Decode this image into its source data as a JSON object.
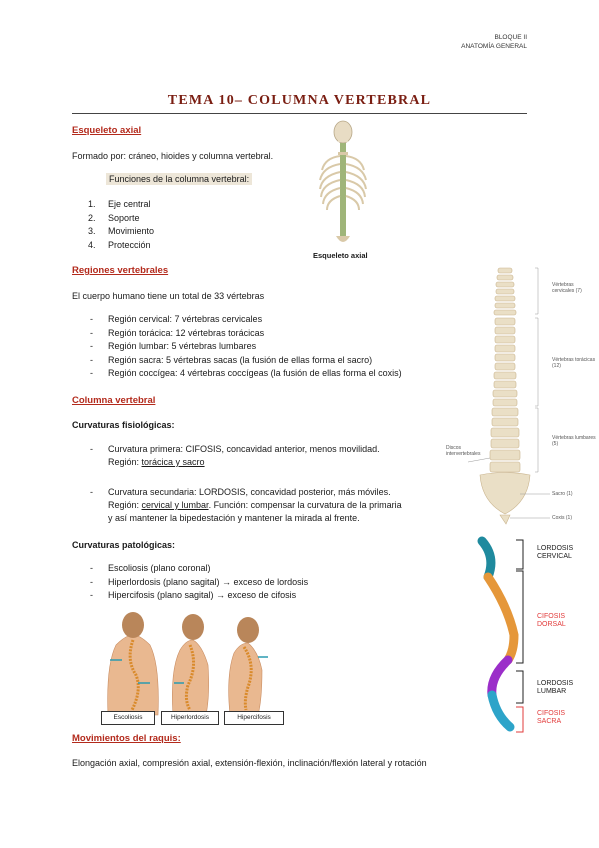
{
  "header": {
    "line1": "BLOQUE II",
    "line2": "ANATOMÍA GENERAL"
  },
  "title": "TEMA 10– COLUMNA VERTEBRAL",
  "axial": {
    "heading": "Esqueleto axial",
    "intro": "Formado por: cráneo, hioides y columna vertebral.",
    "functions_label": "Funciones de la columna vertebral:",
    "functions": [
      {
        "n": "1.",
        "text": "Eje central"
      },
      {
        "n": "2.",
        "text": "Soporte"
      },
      {
        "n": "3.",
        "text": "Movimiento"
      },
      {
        "n": "4.",
        "text": "Protección"
      }
    ],
    "figure_caption": "Esqueleto axial"
  },
  "regions": {
    "heading": "Regiones vertebrales",
    "intro": "El cuerpo humano tiene un total de 33 vértebras",
    "items": [
      "Región cervical: 7 vértebras cervicales",
      "Región torácica: 12 vértebras torácicas",
      "Región lumbar: 5 vértebras lumbares",
      "Región sacra: 5 vértebras sacas (la fusión de ellas forma el sacro)",
      "Región coccígea: 4 vértebras coccígeas (la fusión de ellas forma el coxis)"
    ],
    "figure_labels": {
      "cervical": "Vértebras cervicales (7)",
      "toracic": "Vértebras torácicas (12)",
      "lumbar": "Vértebras lumbares (5)",
      "discos": "Discos intervertebrales",
      "sacro": "Sacro (1)",
      "coxis": "Coxis (1)"
    }
  },
  "column": {
    "heading": "Columna vertebral",
    "curv_fisio_label": "Curvaturas fisiológicas:",
    "primary_line1": "Curvatura primera: CIFOSIS, concavidad anterior, menos movilidad.",
    "primary_region_prefix": "Región: ",
    "primary_region": "torácica y sacro",
    "secondary_line1": "Curvatura secundaria: LORDOSIS, concavidad posterior, más móviles.",
    "secondary_region_prefix": "Región: ",
    "secondary_region": "cervical y lumbar",
    "secondary_rest": ". Función: compensar la curvatura de la primaria",
    "secondary_line3": "y así mantener la bipedestación y mantener la mirada al frente.",
    "curv_pato_label": "Curvaturas patológicas:",
    "patologicas": [
      "Escoliosis (plano coronal)",
      "Hiperlordosis (plano sagital) → exceso de lordosis",
      "Hipercifosis (plano sagital) → exceso de cifosis"
    ],
    "figure_boxes": [
      "Escoliosis",
      "Hiperlordosis",
      "Hipercifosis"
    ],
    "curve_labels": {
      "lord_cerv_1": "LORDOSIS",
      "lord_cerv_2": "CERVICAL",
      "cif_dors_1": "CIFOSIS",
      "cif_dors_2": "DORSAL",
      "lord_lumb_1": "LORDOSIS",
      "lord_lumb_2": "LUMBAR",
      "cif_sacr_1": "CIFOSIS",
      "cif_sacr_2": "SACRA"
    }
  },
  "movements": {
    "heading": "Movimientos del raquis:",
    "text": "Elongación axial, compresión axial, extensión-flexión, inclinación/flexión lateral y rotación"
  }
}
